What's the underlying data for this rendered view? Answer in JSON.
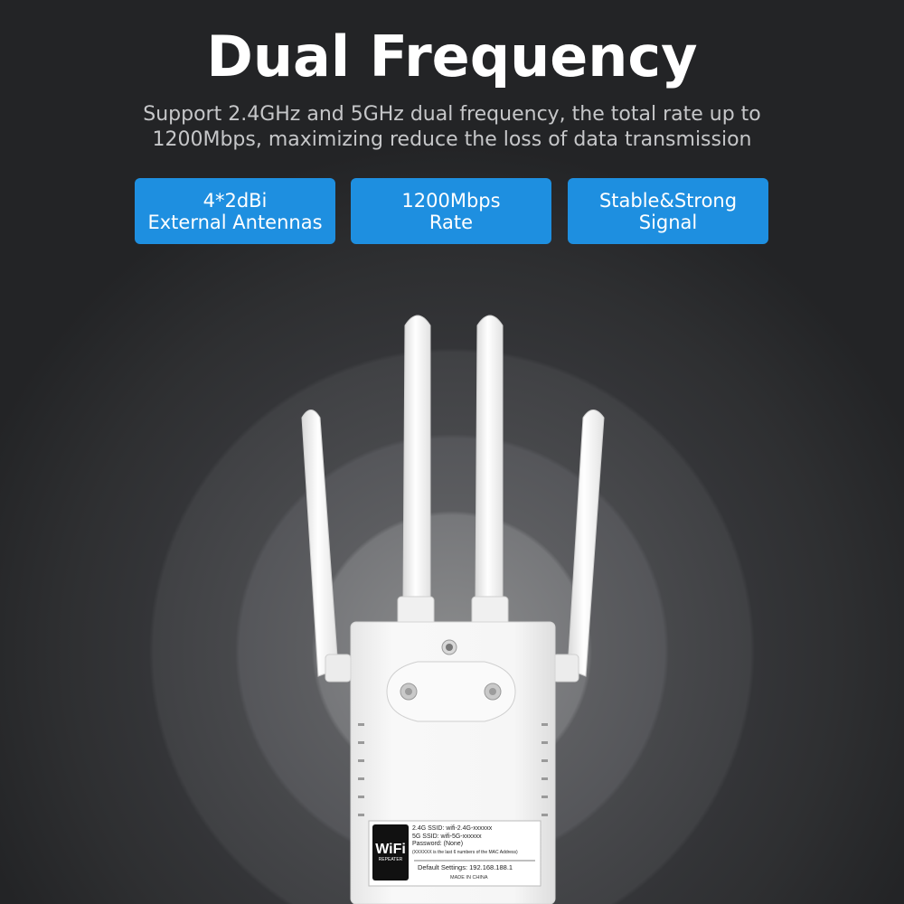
{
  "headline": "Dual Frequency",
  "subtitle": "Support 2.4GHz and 5GHz dual frequency, the total rate up to 1200Mbps, maximizing reduce the loss of data transmission",
  "features": [
    {
      "line1": "4*2dBi",
      "line2": "External Antennas"
    },
    {
      "line1": "1200Mbps",
      "line2": "Rate"
    },
    {
      "line1": "Stable&Strong",
      "line2": "Signal"
    }
  ],
  "colors": {
    "accent": "#1e8fe0",
    "background": "#2a2b2d",
    "device": "#f4f4f4"
  },
  "product_label": {
    "ssid_24": "2.4G SSID:  wifi-2.4G-xxxxxx",
    "ssid_5": "5G SSID:  wifi-5G-xxxxxx",
    "password": "Password:  (None)",
    "note": "(XXXXXX is the last 6 numbers of the MAC Address)",
    "default_settings": "Default Settings:  192.168.188.1",
    "made_in": "MADE IN CHINA",
    "badge_main": "WiFi",
    "badge_sub": "REPEATER"
  }
}
